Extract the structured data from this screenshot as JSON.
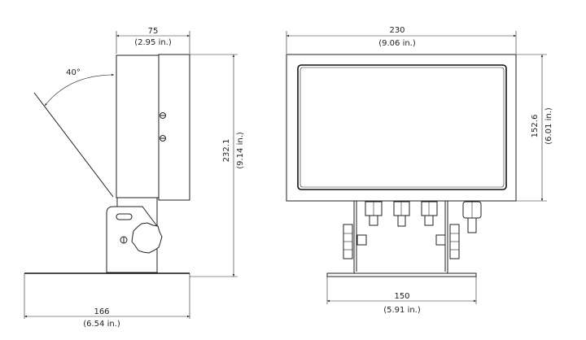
{
  "side_view": {
    "width_mm": "75",
    "width_in": "(2.95 in.)",
    "height_mm": "232.1",
    "height_in": "(9.14 in.)",
    "base_mm": "166",
    "base_in": "(6.54 in.)",
    "tilt_angle": "40°"
  },
  "front_view": {
    "width_mm": "230",
    "width_in": "(9.06 in.)",
    "height_mm": "152.6",
    "height_in": "(6.01 in.)",
    "bracket_mm": "150",
    "bracket_in": "(5.91 in.)"
  }
}
